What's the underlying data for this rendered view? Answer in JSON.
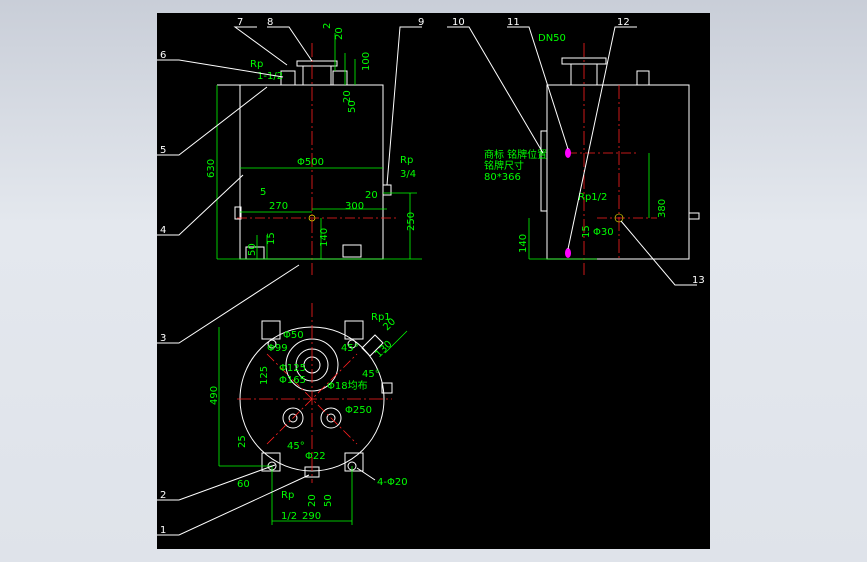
{
  "colors": {
    "background": "#000000",
    "outline": "#ffffff",
    "dimension": "#00ff00",
    "centerline": "#ff2020",
    "leader": "#ffffff",
    "marker": "#ff00ff"
  },
  "callouts": {
    "c1": "1",
    "c2": "2",
    "c3": "3",
    "c4": "4",
    "c5": "5",
    "c6": "6",
    "c7": "7",
    "c8": "8",
    "c9": "9",
    "c10": "10",
    "c11": "11",
    "c12": "12",
    "c13": "13"
  },
  "front_view": {
    "d_20_top": "20",
    "d_2": "2",
    "d_100": "100",
    "d_20b": "20",
    "d_50a": "50",
    "rp_label": "Rp",
    "rp_size": "1-1/2",
    "height_630": "630",
    "dia_500": "Φ500",
    "rp_right": "Rp",
    "rp_right_size": "3/4",
    "d_5": "5",
    "d_270": "270",
    "d_300": "300",
    "d_20c": "20",
    "d_140": "140",
    "d_250": "250",
    "d_50b": "50",
    "d_15": "15"
  },
  "side_view": {
    "dn50": "DN50",
    "note_line1": "商标 铭牌位置",
    "note_line2": "铭牌尺寸",
    "note_line3": "80*366",
    "rp_half": "Rp1/2",
    "d_380": "380",
    "d_15": "15",
    "dia_30": "Φ30",
    "d_140": "140"
  },
  "top_view": {
    "rp_top": "Rp1",
    "d_20": "20",
    "d_130": "130",
    "dia_50": "Φ50",
    "dia_99": "Φ99",
    "ang_45a": "45°",
    "dia_125": "Φ125",
    "dia_165": "Φ165",
    "d_125": "125",
    "d_18": "Φ18均布",
    "ang_45b": "45°",
    "d_490": "490",
    "dia_250": "Φ250",
    "ang_45c": "45°",
    "d_25": "25",
    "dia_22": "Φ22",
    "d_60": "60",
    "rp_bottom": "Rp",
    "rp_bottom_size": "1/2",
    "d_20b": "20",
    "d_50": "50",
    "d_290": "290",
    "holes": "4-Φ20"
  }
}
